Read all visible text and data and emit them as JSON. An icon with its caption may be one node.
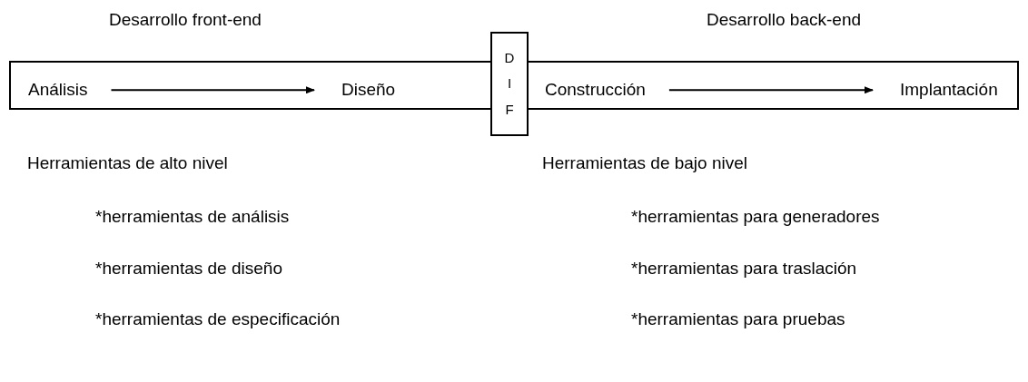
{
  "diagram": {
    "nodes": [
      {
        "text": [],
        "shape": "box"
      },
      {
        "text": [
          "Análisis"
        ],
        "in": 0
      },
      {
        "text": [
          "Diseño"
        ],
        "in": 0
      },
      {
        "text": [
          "D I F"
        ]
      },
      {
        "text": [
          "Construcción"
        ],
        "in": 0
      },
      {
        "text": [
          "Implantación"
        ],
        "in": 0
      }
    ],
    "edges": [
      {
        "from": 1,
        "to": 2,
        "arrow": "to"
      },
      {
        "from": 4,
        "to": 5,
        "arrow": "to"
      }
    ],
    "labels": [
      "Desarrollo front-end",
      "Desarrollo back-end",
      "Herramientas de alto nivel",
      "*herramientas de análisis",
      "*herramientas de diseño",
      "*herramientas de especificación",
      "Herramientas de bajo nivel",
      "*herramientas para generadores",
      "*herramientas para traslación",
      "*herramientas para pruebas"
    ]
  }
}
